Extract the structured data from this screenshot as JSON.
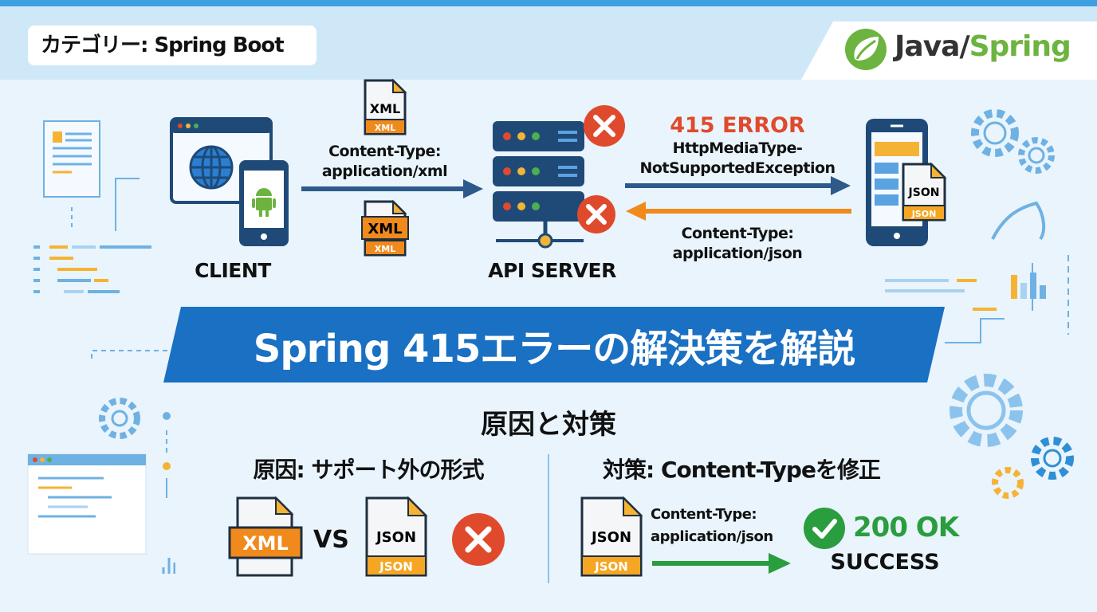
{
  "header": {
    "category": "カテゴリー: Spring Boot",
    "logo_java": "Java/",
    "logo_spring": "Spring"
  },
  "flow": {
    "client_label": "CLIENT",
    "server_label": "API SERVER",
    "request_header": [
      "Content-Type:",
      "application/xml"
    ],
    "xml_doc_label": "XML",
    "error_code": "415 ERROR",
    "exception": [
      "HttpMediaType-",
      "NotSupportedException"
    ],
    "response_header": [
      "Content-Type:",
      "application/json"
    ],
    "json_doc_label": "JSON"
  },
  "title": "Spring 415エラーの解決策を解説",
  "section": {
    "heading": "原因と対策",
    "cause_heading": "原因: サポート外の形式",
    "fix_heading": "対策: Content-Typeを修正",
    "vs": "VS",
    "fix_header": [
      "Content-Type:",
      "application/json"
    ],
    "status": "200 OK",
    "success": "SUCCESS"
  },
  "colors": {
    "primary": "#1a70c2",
    "error": "#e04a2c",
    "success": "#2a9d3e",
    "orange": "#f08a1c",
    "navy": "#1f4a78"
  }
}
